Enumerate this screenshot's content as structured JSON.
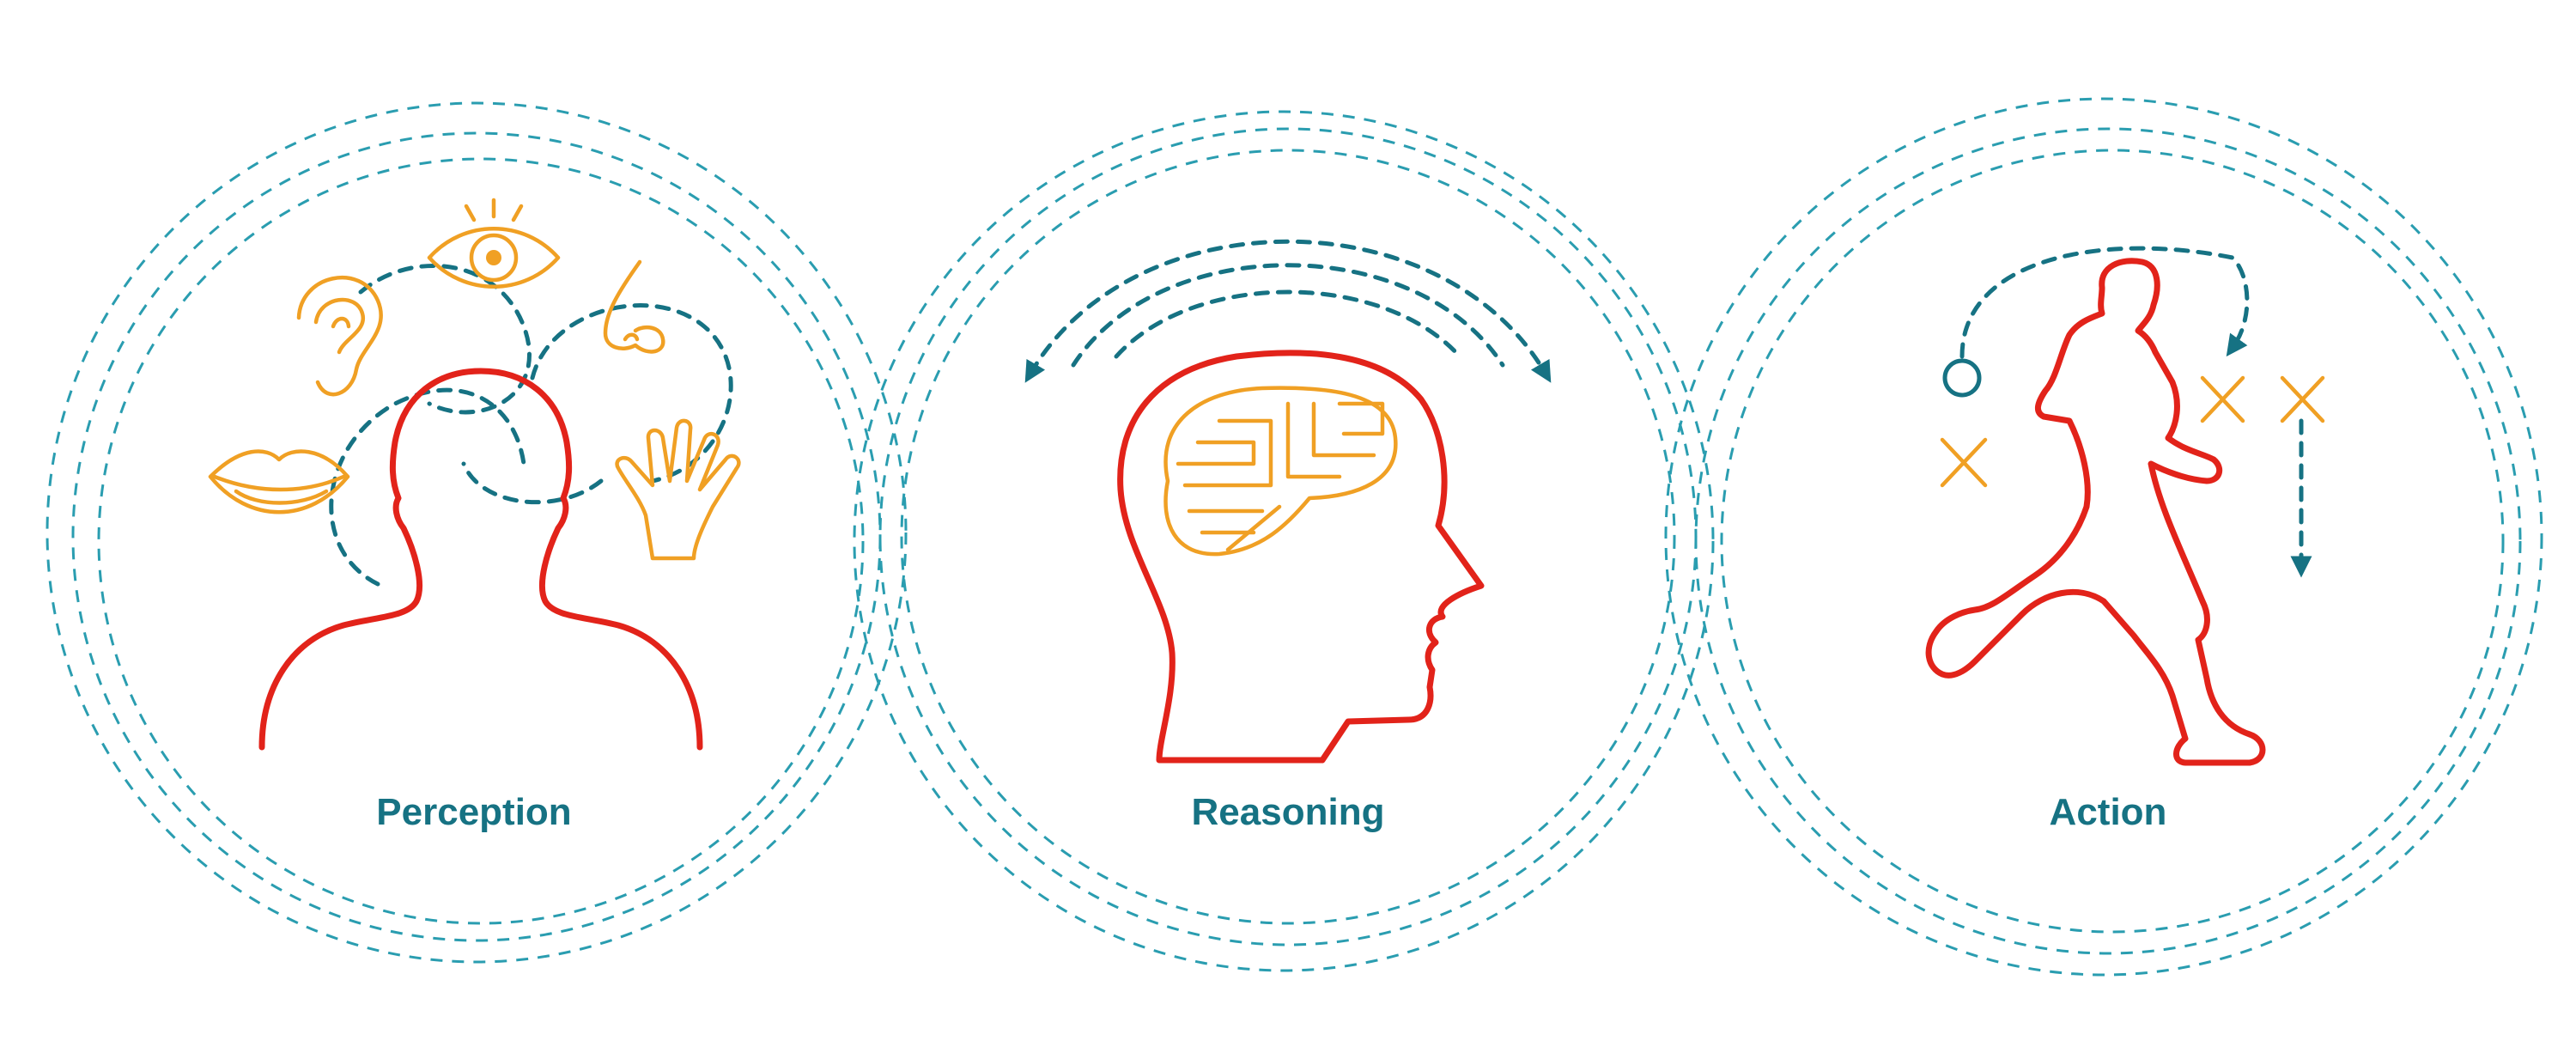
{
  "colors": {
    "ring": "#2a9db0",
    "figure": "#e2231a",
    "icon": "#f0a024",
    "arrow": "#167283",
    "label": "#167283"
  },
  "stages": [
    {
      "label": "Perception",
      "figure": "head-and-shoulders",
      "icons": [
        "mouth-icon",
        "ear-icon",
        "eye-icon",
        "nose-icon",
        "hand-icon"
      ]
    },
    {
      "label": "Reasoning",
      "figure": "head-profile-with-brain",
      "icons": [
        "brain-maze-icon",
        "swing-arrows"
      ]
    },
    {
      "label": "Action",
      "figure": "running-person",
      "icons": [
        "start-circle",
        "x-mark",
        "x-mark",
        "x-mark",
        "play-arrows"
      ]
    }
  ]
}
